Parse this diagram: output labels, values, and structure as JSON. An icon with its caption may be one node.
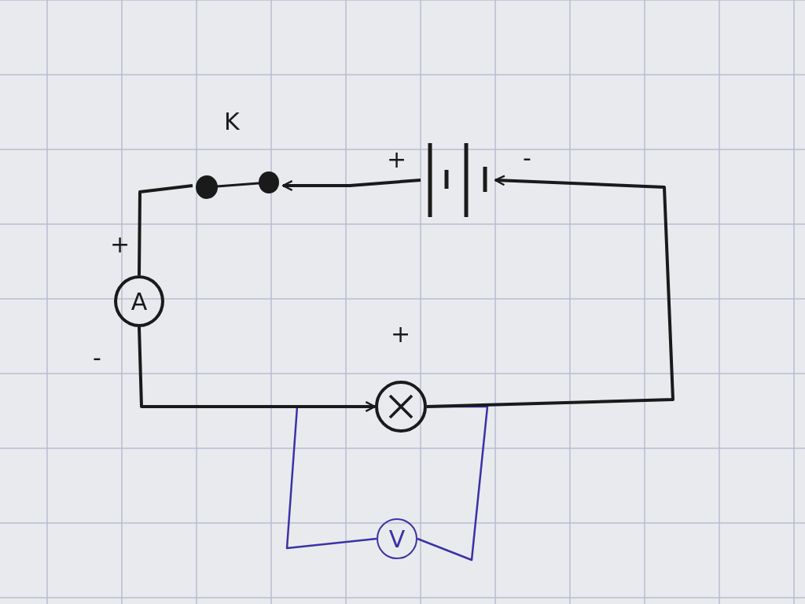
{
  "diagram": {
    "nodes": [
      {
        "text": [],
        "shape": "switch",
        "beside": [
          "K"
        ]
      },
      {
        "text": [],
        "shape": "battery",
        "beside": [
          "+",
          "-"
        ]
      },
      {
        "text": [
          "A"
        ],
        "beside": [
          "+",
          "-"
        ]
      },
      {
        "text": [],
        "shape": "lamp",
        "beside": [
          "+"
        ]
      },
      {
        "text": [
          "V"
        ]
      }
    ],
    "edges": [
      {
        "from": 1,
        "to": 0,
        "arrow": "to"
      },
      {
        "from": 0,
        "to": 2,
        "arrow": "none"
      },
      {
        "from": 2,
        "to": 3,
        "arrow": "to"
      },
      {
        "from": 3,
        "to": 1,
        "arrow": "to"
      },
      {
        "from": 3,
        "to": 4,
        "arrow": "none",
        "color": "#3b32a8"
      },
      {
        "from": 4,
        "to": 3,
        "arrow": "none",
        "color": "#3b32a8"
      }
    ]
  }
}
